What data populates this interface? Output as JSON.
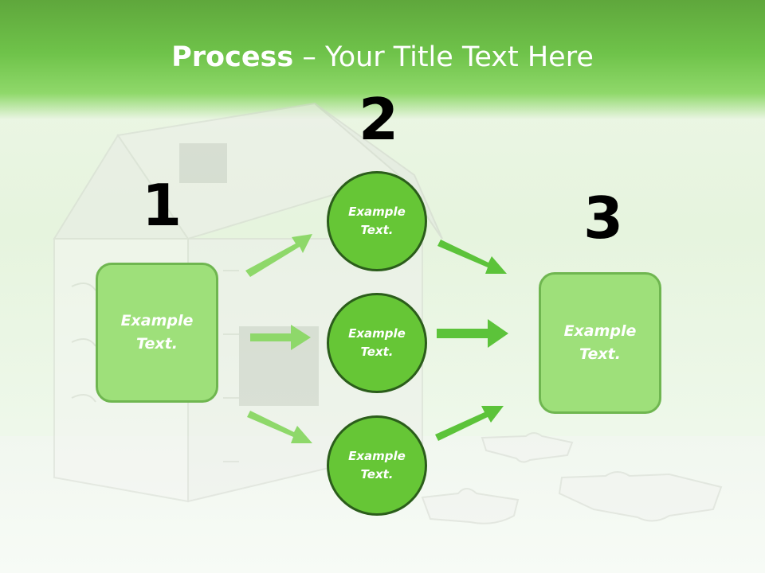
{
  "title": {
    "bold": "Process",
    "rest": " – Your Title Text Here"
  },
  "steps": {
    "step1": {
      "number": "1",
      "label": "Example\nText."
    },
    "step2": {
      "number": "2",
      "circles": [
        {
          "label": "Example\nText."
        },
        {
          "label": "Example\nText."
        },
        {
          "label": "Example\nText."
        }
      ]
    },
    "step3": {
      "number": "3",
      "label": "Example\nText."
    }
  },
  "colors": {
    "header_green": "#6fc34a",
    "box_fill": "#9ee07a",
    "circle_fill": "#66c636",
    "circle_border": "#2b5d1b",
    "arrow_light": "#8ed86a",
    "arrow_dark": "#5cc33a"
  }
}
